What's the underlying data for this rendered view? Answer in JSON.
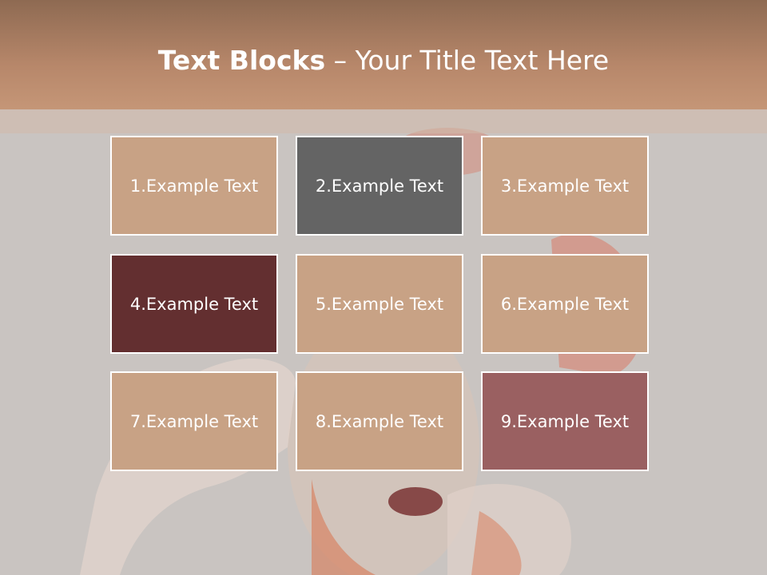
{
  "title": {
    "bold": "Text Blocks",
    "dash": " – ",
    "rest": "Your Title Text Here"
  },
  "colors": {
    "header": "#b7876a",
    "tan": "#c8a285",
    "gray": "#646464",
    "maroon": "#632f30",
    "rose": "#9a6061",
    "background": "#c9c4c1"
  },
  "blocks": [
    {
      "label": "1.Example Text",
      "color": "tan"
    },
    {
      "label": "2.Example Text",
      "color": "gray"
    },
    {
      "label": "3.Example Text",
      "color": "tan"
    },
    {
      "label": "4.Example Text",
      "color": "maroon"
    },
    {
      "label": "5.Example Text",
      "color": "tan"
    },
    {
      "label": "6.Example Text",
      "color": "tan"
    },
    {
      "label": "7.Example Text",
      "color": "tan"
    },
    {
      "label": "8.Example Text",
      "color": "tan"
    },
    {
      "label": "9.Example Text",
      "color": "rose"
    }
  ]
}
